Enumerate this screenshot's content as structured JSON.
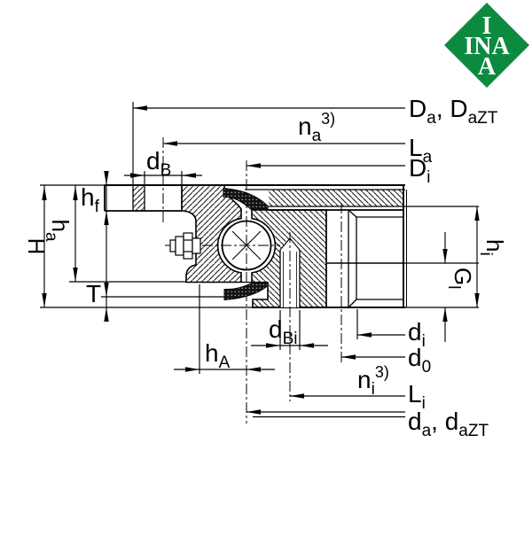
{
  "drawing_type": "bearing-cross-section",
  "colors": {
    "ink": "#000000",
    "seal_fill": "#181818",
    "logo_green": "#0e8a40",
    "logo_text": "#ffffff"
  },
  "logo": {
    "name": "ina-logo",
    "lines": [
      "I",
      "INA",
      "A"
    ]
  },
  "labels": {
    "Da": {
      "text": "Da, DaZT",
      "parts": [
        {
          "t": "D"
        },
        {
          "t": "a",
          "s": "sub"
        },
        {
          "t": ", D"
        },
        {
          "t": "aZT",
          "s": "sub"
        }
      ]
    },
    "na3": {
      "text": "na 3)",
      "parts": [
        {
          "t": "n"
        },
        {
          "t": "a",
          "s": "sub"
        },
        {
          "t": "3)",
          "s": "sup"
        }
      ]
    },
    "La": {
      "text": "La",
      "parts": [
        {
          "t": "L"
        },
        {
          "t": "a",
          "s": "sub"
        }
      ]
    },
    "Di": {
      "text": "Di",
      "parts": [
        {
          "t": "D"
        },
        {
          "t": "i",
          "s": "sub"
        }
      ]
    },
    "dB": {
      "text": "dB",
      "parts": [
        {
          "t": "d"
        },
        {
          "t": "B",
          "s": "sub"
        }
      ]
    },
    "hf": {
      "text": "hf",
      "parts": [
        {
          "t": "h"
        },
        {
          "t": "f",
          "s": "sub"
        }
      ]
    },
    "H": {
      "text": "H",
      "parts": [
        {
          "t": "H"
        }
      ]
    },
    "ha": {
      "text": "ha",
      "parts": [
        {
          "t": "h"
        },
        {
          "t": "a",
          "s": "sub"
        }
      ]
    },
    "T": {
      "text": "T",
      "parts": [
        {
          "t": "T"
        }
      ]
    },
    "hA": {
      "text": "hA",
      "parts": [
        {
          "t": "h"
        },
        {
          "t": "A",
          "s": "sub"
        }
      ]
    },
    "dBi": {
      "text": "dBi",
      "parts": [
        {
          "t": "d"
        },
        {
          "t": "Bi",
          "s": "sub"
        }
      ]
    },
    "di": {
      "text": "di",
      "parts": [
        {
          "t": "d"
        },
        {
          "t": "i",
          "s": "sub"
        }
      ]
    },
    "d0": {
      "text": "d0",
      "parts": [
        {
          "t": "d"
        },
        {
          "t": "0",
          "s": "sub"
        }
      ]
    },
    "ni3": {
      "text": "ni 3)",
      "parts": [
        {
          "t": "n"
        },
        {
          "t": "i",
          "s": "sub"
        },
        {
          "t": "3)",
          "s": "sup"
        }
      ]
    },
    "Li": {
      "text": "Li",
      "parts": [
        {
          "t": "L"
        },
        {
          "t": "i",
          "s": "sub"
        }
      ]
    },
    "da": {
      "text": "da, daZT",
      "parts": [
        {
          "t": "d"
        },
        {
          "t": "a",
          "s": "sub"
        },
        {
          "t": ", d"
        },
        {
          "t": "aZT",
          "s": "sub"
        }
      ]
    },
    "Gl": {
      "text": "Gl",
      "parts": [
        {
          "t": "G"
        },
        {
          "t": "l",
          "s": "sub"
        }
      ]
    },
    "hi": {
      "text": "hi",
      "parts": [
        {
          "t": "h"
        },
        {
          "t": "i",
          "s": "sub"
        }
      ]
    }
  }
}
